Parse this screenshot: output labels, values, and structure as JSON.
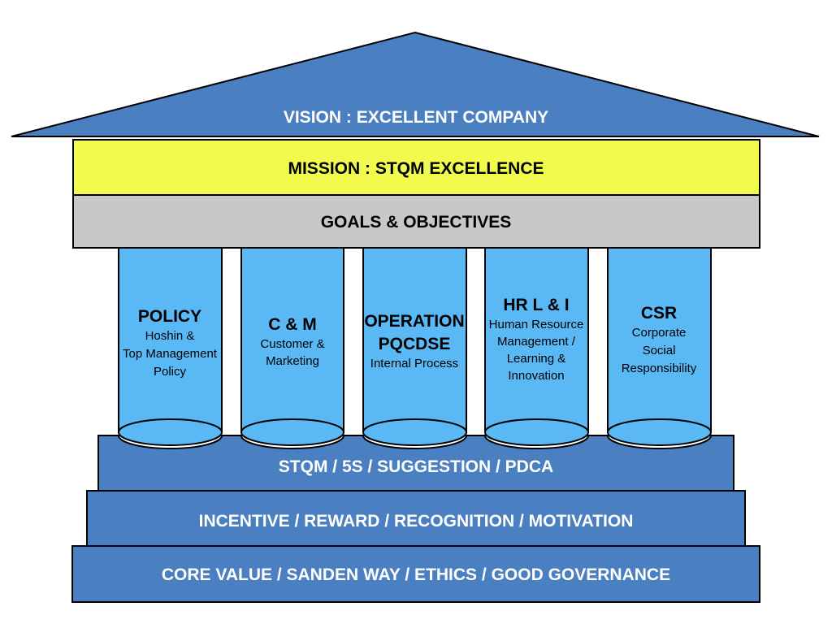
{
  "roof": {
    "text": "VISION : EXCELLENT COMPANY"
  },
  "mission": {
    "text": "MISSION : STQM EXCELLENCE"
  },
  "goals": {
    "text": "GOALS & OBJECTIVES"
  },
  "pillars": [
    {
      "title": "POLICY",
      "lines": [
        "Hoshin &",
        "Top Management",
        "Policy"
      ]
    },
    {
      "title": "C & M",
      "lines": [
        "Customer &",
        "Marketing"
      ]
    },
    {
      "title_lines": [
        "OPERATION",
        "PQCDSE"
      ],
      "lines": [
        "Internal Process"
      ]
    },
    {
      "title": "HR L & I",
      "lines": [
        "Human Resource",
        "Management /",
        "Learning &",
        "Innovation"
      ]
    },
    {
      "title": "CSR",
      "lines": [
        "Corporate",
        "Social",
        "Responsibility"
      ]
    }
  ],
  "base": [
    {
      "text": "STQM / 5S / SUGGESTION / PDCA"
    },
    {
      "text": "INCENTIVE / REWARD / RECOGNITION / MOTIVATION"
    },
    {
      "text": "CORE VALUE / SANDEN WAY / ETHICS / GOOD GOVERNANCE"
    }
  ],
  "colors": {
    "blue": "#4a7fc1",
    "light_blue": "#5ab9f5",
    "yellow": "#f2fb4d",
    "gray": "#c8c8c8",
    "outline": "#000000"
  }
}
